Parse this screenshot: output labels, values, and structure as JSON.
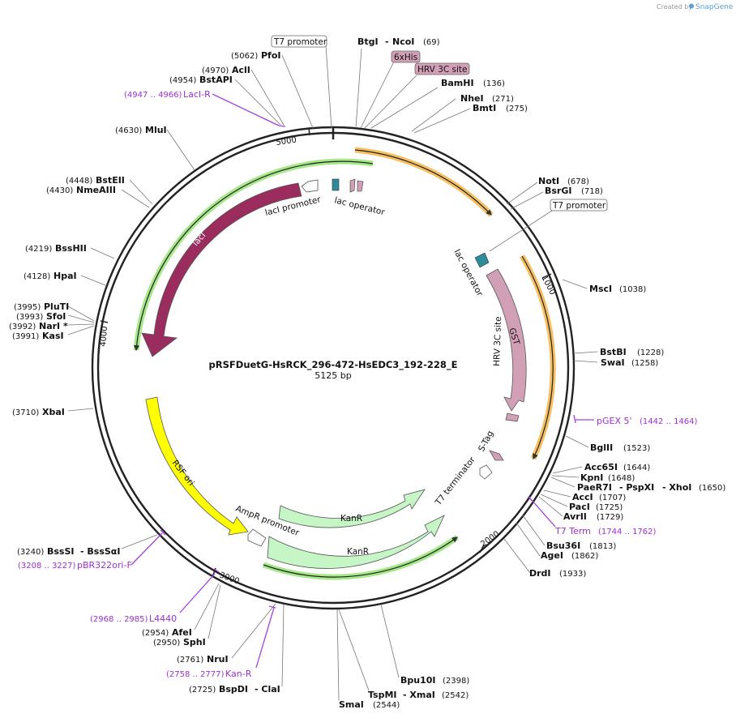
{
  "credit": {
    "prefix": "Created by",
    "brand": "SnapGene"
  },
  "plasmid": {
    "name": "pRSFDuetG-HsRCK_296-472-HsEDC3_192-228_E",
    "size": "5125 bp"
  },
  "ticks": [
    "1000",
    "2000",
    "3000",
    "4000",
    "5000"
  ],
  "boxed": {
    "t7_promoter_top": "T7 promoter",
    "his": "6xHis",
    "hrv_top": "HRV 3C site",
    "t7_promoter_right": "T7 promoter"
  },
  "sites": {
    "btgi": "BtgI",
    "dash1": "-",
    "ncoi": "NcoI",
    "p69": "(69)",
    "bamhi": "BamHI",
    "p136": "(136)",
    "nhei": "NheI",
    "p271": "(271)",
    "bmti": "BmtI",
    "p275": "(275)",
    "noti": "NotI",
    "p678": "(678)",
    "bsrgi": "BsrGI",
    "p718": "(718)",
    "msci": "MscI",
    "p1038": "(1038)",
    "bstbi": "BstBI",
    "p1228": "(1228)",
    "swai": "SwaI",
    "p1258": "(1258)",
    "bglii": "BglII",
    "p1523": "(1523)",
    "acc65i": "Acc65I",
    "p1644": "(1644)",
    "kpni": "KpnI",
    "p1648": "(1648)",
    "paer7i": "PaeR7I",
    "dash2": "- PspXI",
    "dash3": "- XhoI",
    "p1650": "(1650)",
    "acci": "AccI",
    "p1707": "(1707)",
    "paci": "PacI",
    "p1725": "(1725)",
    "avrii": "AvrII",
    "p1729": "(1729)",
    "bsu36i": "Bsu36I",
    "p1813": "(1813)",
    "agei": "AgeI",
    "p1862": "(1862)",
    "drdi": "DrdI",
    "p1933": "(1933)",
    "bpu10i": "Bpu10I",
    "p2398": "(2398)",
    "tspmi": "TspMI",
    "dash4": "- XmaI",
    "p2542": "(2542)",
    "smai": "SmaI",
    "p2544": "(2544)",
    "bspdi": "BspDI",
    "dash5": "- ClaI",
    "p2725": "(2725)",
    "nrui": "NruI",
    "p2761": "(2761)",
    "sphi": "SphI",
    "p2950": "(2950)",
    "afei": "AfeI",
    "p2954": "(2954)",
    "bsssi": "BssSI",
    "dash6": "- BssSαI",
    "p3240": "(3240)",
    "xbai": "XbaI",
    "p3710": "(3710)",
    "kasi": "KasI",
    "p3991": "(3991)",
    "nari": "NarI *",
    "p3992": "(3992)",
    "sfoi": "SfoI",
    "p3993": "(3993)",
    "pluti": "PluTI",
    "p3995": "(3995)",
    "hpai": "HpaI",
    "p4128": "(4128)",
    "bsshii": "BssHII",
    "p4219": "(4219)",
    "nmeaiii": "NmeAIII",
    "p4430": "(4430)",
    "bsteii": "BstEII",
    "p4448": "(4448)",
    "mlui": "MluI",
    "p4630": "(4630)",
    "bstapi": "BstAPI",
    "p4954": "(4954)",
    "acli": "AclI",
    "p4970": "(4970)",
    "pfoi": "PfoI",
    "p5062": "(5062)"
  },
  "primers": {
    "laci_r": "LacI-R",
    "laci_r_pos": "(4947 .. 4966)",
    "pgex": "pGEX 5'",
    "pgex_pos": "(1442 .. 1464)",
    "t7term": "T7 Term",
    "t7term_pos": "(1744 .. 1762)",
    "pbr": "pBR322ori-F",
    "pbr_pos": "(3208 .. 3227)",
    "l4440": "L4440",
    "l4440_pos": "(2968 .. 2985)",
    "kanr": "Kan-R",
    "kanr_pos": "(2758 .. 2777)"
  },
  "features": {
    "laci_promoter": "lacI promoter",
    "lac_operator_top": "lac operator",
    "lac_operator_right": "lac operator",
    "laci": "lacI",
    "gst": "GST",
    "hrv_inner": "HRV 3C site",
    "stag": "S-Tag",
    "t7_terminator": "T7 terminator",
    "rsf_ori": "RSF ori",
    "ampr_promoter": "AmpR promoter",
    "kanr1": "KanR",
    "kanr2": "KanR"
  },
  "colors": {
    "lacI": "#9b2d5e",
    "gst": "#d2a0b6",
    "yellow": "#ffff00",
    "kan": "#c6f5c6",
    "orange": "#f5b445",
    "green": "#9be67c",
    "operator": "#2e8b9a",
    "primer": "#a040e0"
  }
}
